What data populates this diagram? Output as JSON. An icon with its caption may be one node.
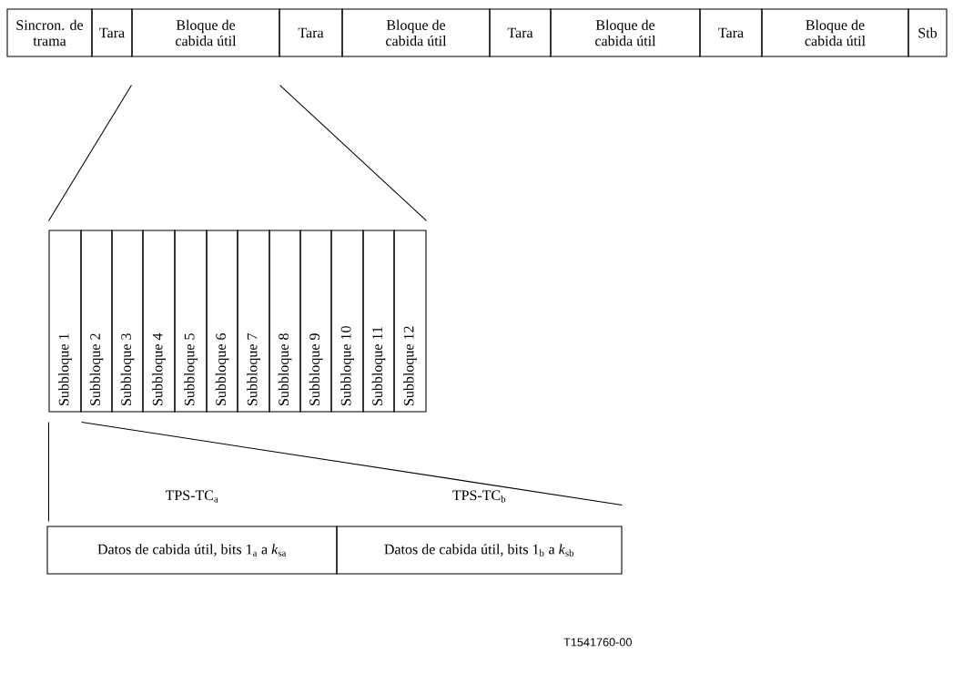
{
  "diagram": {
    "nodes": [
      {
        "text": [
          "Sincron. de trama"
        ]
      },
      {
        "text": [
          "Tara"
        ]
      },
      {
        "text": [
          "Bloque de cabida útil"
        ]
      },
      {
        "text": [
          "Tara"
        ]
      },
      {
        "text": [
          "Bloque de cabida útil"
        ]
      },
      {
        "text": [
          "Tara"
        ]
      },
      {
        "text": [
          "Bloque de cabida útil"
        ]
      },
      {
        "text": [
          "Tara"
        ]
      },
      {
        "text": [
          "Bloque de cabida útil"
        ]
      },
      {
        "text": [
          "Stb"
        ]
      },
      {
        "text": [
          "Subbloque 1"
        ]
      },
      {
        "text": [
          "Subbloque 2"
        ]
      },
      {
        "text": [
          "Subbloque 3"
        ]
      },
      {
        "text": [
          "Subbloque 4"
        ]
      },
      {
        "text": [
          "Subbloque 5"
        ]
      },
      {
        "text": [
          "Subbloque 6"
        ]
      },
      {
        "text": [
          "Subbloque 7"
        ]
      },
      {
        "text": [
          "Subbloque 8"
        ]
      },
      {
        "text": [
          "Subbloque 9"
        ]
      },
      {
        "text": [
          "Subbloque 10"
        ]
      },
      {
        "text": [
          "Subbloque 11"
        ]
      },
      {
        "text": [
          "Subbloque 12"
        ]
      },
      {
        "text": [
          "TPS-TC$_{a}$",
          "Datos de cabida útil, bits 1$_{a}$ a *k*$_{sa}$"
        ]
      },
      {
        "text": [
          "TPS-TC$_{b}$",
          "Datos de cabida útil, bits 1$_{b}$ a *k*$_{sb}$"
        ]
      }
    ],
    "edges": [
      {
        "from": 2,
        "to": 10,
        "arrow": "none"
      },
      {
        "from": 2,
        "to": 21,
        "arrow": "none"
      },
      {
        "from": 10,
        "to": 22,
        "arrow": "none"
      },
      {
        "from": 10,
        "to": 23,
        "arrow": "none"
      }
    ],
    "labels": [
      "T1541760-00"
    ]
  }
}
